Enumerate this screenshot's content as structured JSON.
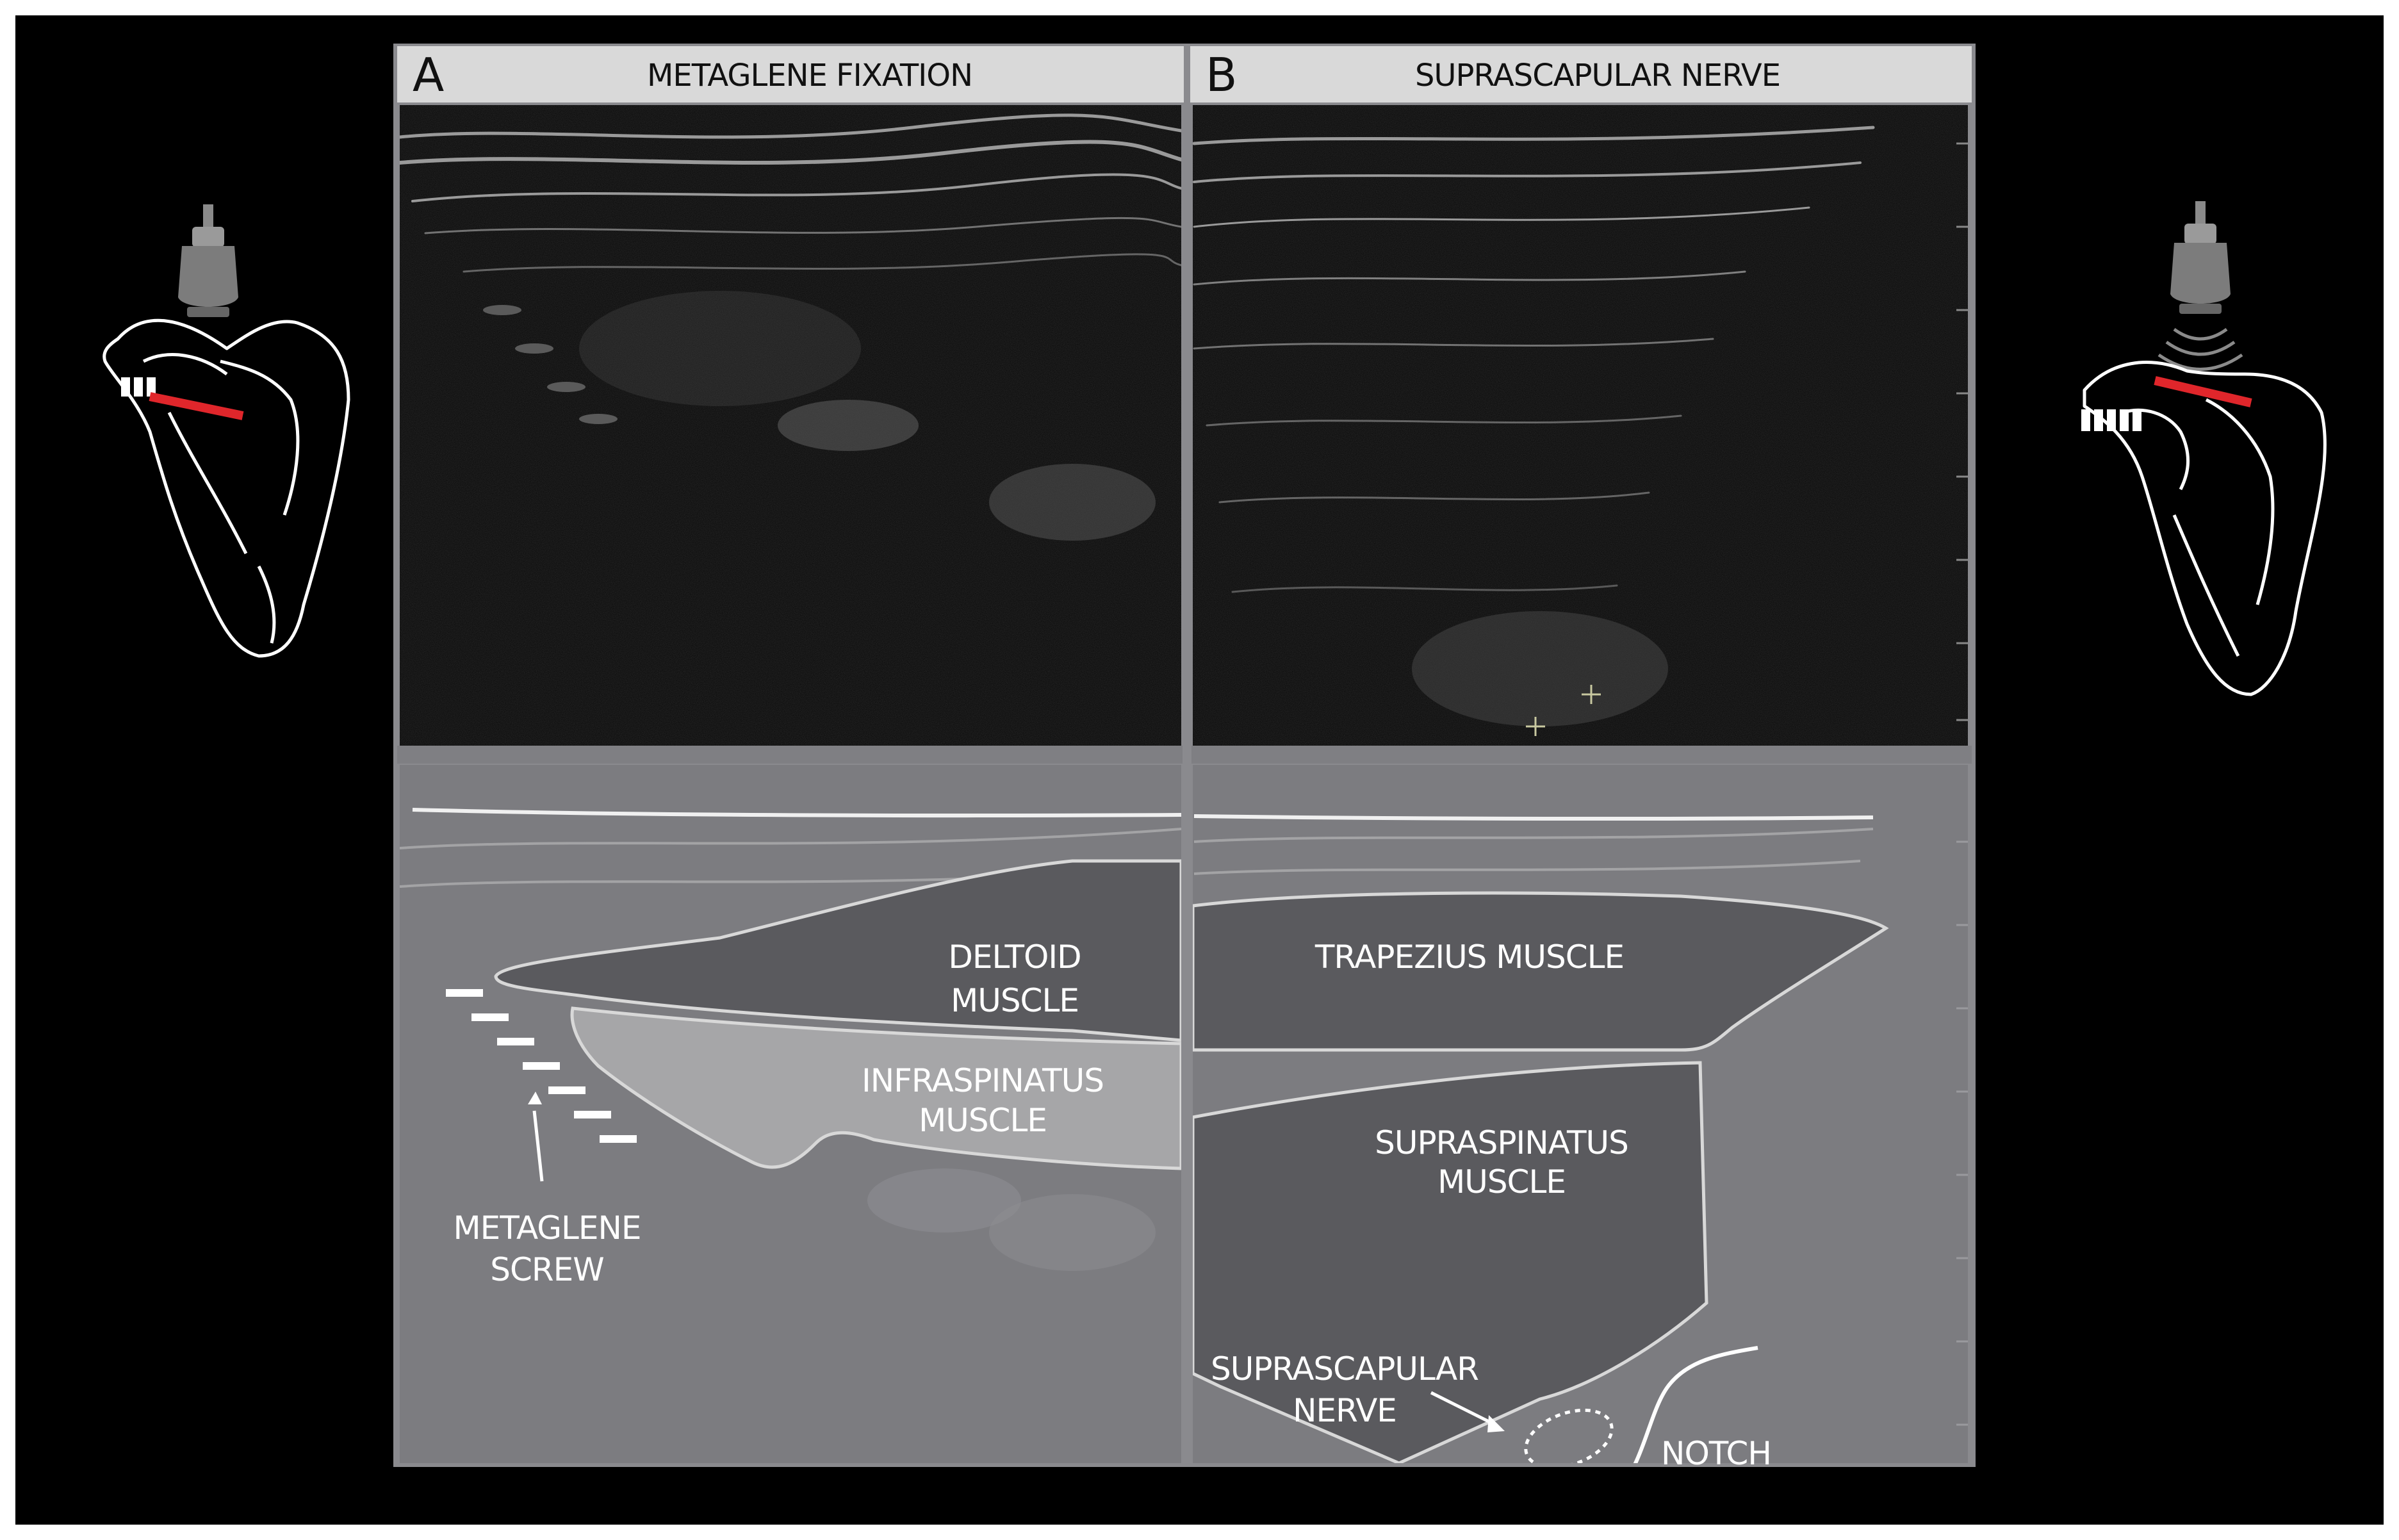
{
  "panel_a": {
    "letter": "A",
    "title": "METAGLENE FIXATION",
    "labels": {
      "deltoid_1": "DELTOID",
      "deltoid_2": "MUSCLE",
      "infraspinatus_1": "INFRASPINATUS",
      "infraspinatus_2": "MUSCLE",
      "screw_1": "METAGLENE",
      "screw_2": "SCREW"
    }
  },
  "panel_b": {
    "letter": "B",
    "title": "SUPRASCAPULAR NERVE",
    "labels": {
      "trapezius": "TRAPEZIUS MUSCLE",
      "supraspinatus_1": "SUPRASPINATUS",
      "supraspinatus_2": "MUSCLE",
      "nerve_1": "SUPRASCAPULAR",
      "nerve_2": "NERVE",
      "notch": "NOTCH"
    }
  },
  "colors": {
    "background": "#000000",
    "probe_line": "#e0262b",
    "header_bar": "#d9d9d9",
    "annotated_bg": "#7c7c80",
    "muscle_dark": "#5a5a5e",
    "muscle_light": "#a6a6a8"
  }
}
